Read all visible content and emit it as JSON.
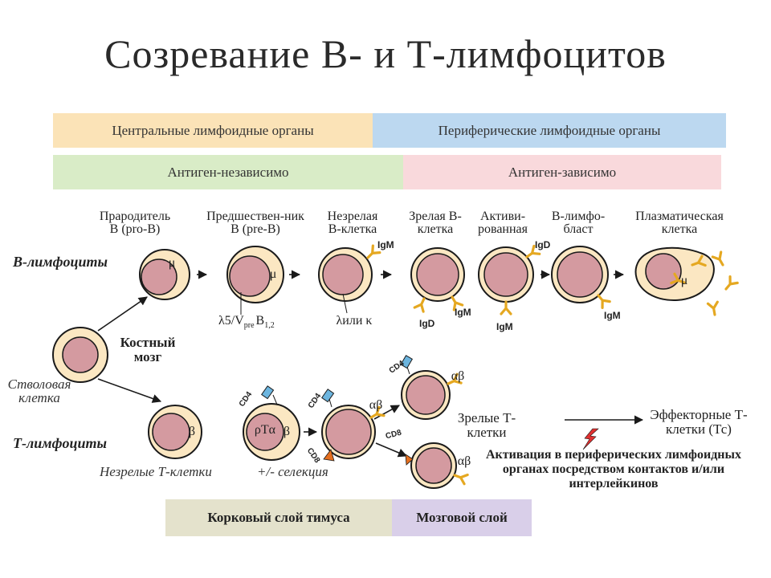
{
  "title": "Созревание В- и Т-лимфоцитов",
  "bands": {
    "central": "Центральные лимфоидные органы",
    "peripheral": "Периферические лимфоидные органы",
    "independent": "Антиген-независимо",
    "dependent": "Антиген-зависимо"
  },
  "b_stages": {
    "pro_b": "Прародитель В (pro-B)",
    "pre_b": "Предшествен-ник В (pre-B)",
    "immature": "Незрелая В-клетка",
    "mature": "Зрелая В-клетка",
    "activated": "Активи-рованная",
    "lymphoblast": "В-лимфо-бласт",
    "plasma": "Плазматическая клетка"
  },
  "rows": {
    "b_lymphocytes": "В-лимфоциты",
    "t_lymphocytes": "Т-лимфоциты"
  },
  "bone_marrow": "Костный мозг",
  "stem_cell": "Стволовая клетка",
  "immature_t": "Незрелые Т-клетки",
  "selection": "+/- селекция",
  "mature_t": "Зрелые Т-клетки",
  "effector_t": "Эффекторные Т-клетки (Тс)",
  "activation_note": "Активация в периферических лимфоидных органах посредством контактов и/или интерлейкинов",
  "thymus": {
    "cortex": "Корковый слой тимуса",
    "medulla": "Мозговой слой"
  },
  "chains": {
    "mu": "μ",
    "beta": "β",
    "alpha_beta": "αβ",
    "pre_t_alpha": "ρTα",
    "lambda5": "λ5/V",
    "vpre_sub": "pre",
    "b12": "B",
    "b12_sub": "1,2",
    "lambda_kappa": "λили κ"
  },
  "markers": {
    "igm": "IgM",
    "igd": "IgD",
    "cd4": "CD4",
    "cd8": "CD8"
  },
  "colors": {
    "central_band": "#fbe3b7",
    "peripheral_band": "#bcd8f0",
    "independent_band": "#d9ecc7",
    "dependent_band": "#f9d9dc",
    "cortex_band": "#e4e2cc",
    "medulla_band": "#d9cfe9",
    "cytoplasm": "#fbe7c2",
    "nucleus": "#d49aa0",
    "receptor": "#e5a821",
    "cd4": "#6cb5df",
    "cd8": "#e56f1f",
    "lightning": "#e03030"
  }
}
